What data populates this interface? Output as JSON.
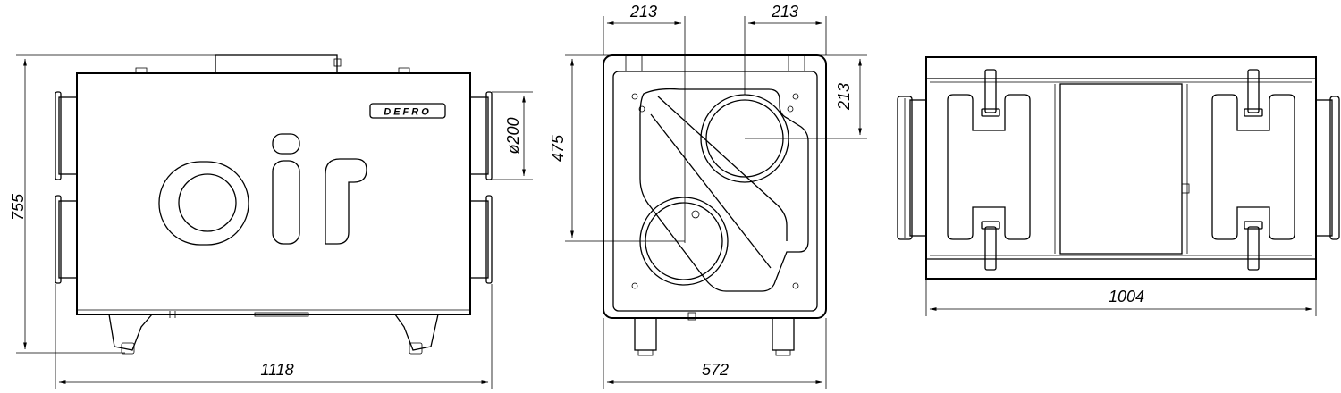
{
  "views": {
    "front": {
      "name": "front",
      "dims": {
        "width": "1118",
        "height": "755",
        "duct": "ø200"
      },
      "logo": {
        "brand": "DEFRO",
        "product": "air"
      }
    },
    "side": {
      "name": "side",
      "dims": {
        "width": "572",
        "height": "475",
        "offset_top_left": "213",
        "offset_top_right": "213",
        "offset_right": "213"
      }
    },
    "top": {
      "name": "top",
      "dims": {
        "width": "1004"
      }
    }
  }
}
